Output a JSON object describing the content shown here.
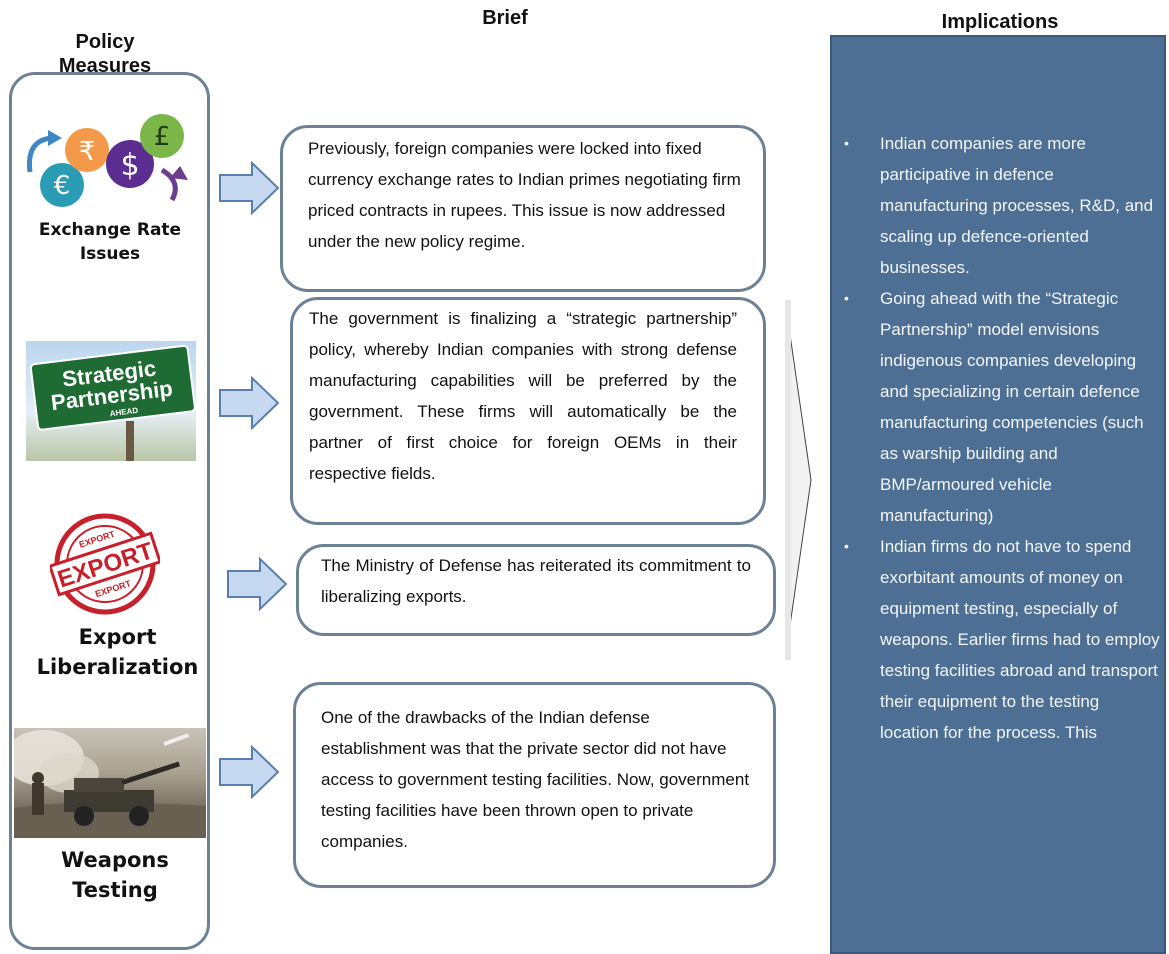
{
  "headers": {
    "policy": "Policy\nMeasures",
    "brief": "Brief",
    "implications": "Implications"
  },
  "policies": [
    {
      "label": "Exchange Rate\nIssues",
      "icon": "currency-icon"
    },
    {
      "label": "Strategic Partnership sign",
      "icon": "road-sign"
    },
    {
      "label": "Export\nLiberalization",
      "icon": "export-stamp"
    },
    {
      "label": "Weapons\nTesting",
      "icon": "weapons-photo"
    }
  ],
  "sign": {
    "line1": "Strategic",
    "line2": "Partnership",
    "line3": "AHEAD"
  },
  "stamp": {
    "main": "EXPORT",
    "ring_top": "EXPORT",
    "ring_bottom": "EXPORT"
  },
  "currency_symbols": [
    "€",
    "₹",
    "$",
    "£"
  ],
  "briefs": [
    "Previously, foreign companies were locked into fixed currency exchange rates to Indian primes negotiating firm priced contracts in rupees. This issue is now addressed under the new policy regime.",
    "The government is finalizing a “strategic partnership” policy, whereby Indian companies with strong defense manufacturing capabilities will be preferred by the government. These firms will automatically be the partner of first choice for foreign OEMs in their respective fields.",
    "The Ministry of Defense has reiterated its commitment to liberalizing exports.",
    "One of the drawbacks of the Indian defense establishment was that the private sector did not have access to government testing facilities. Now, government testing facilities have been thrown open to private companies."
  ],
  "implications": [
    "Indian companies are more participative in defence manufacturing processes, R&D, and scaling up defence-oriented businesses.",
    "Going ahead with the “Strategic Partnership” model envisions indigenous companies developing and specializing in certain defence manufacturing competencies (such as warship building and BMP/armoured vehicle manufacturing)",
    "Indian firms do not have to spend exorbitant amounts of money on equipment testing, especially of weapons. Earlier firms had to employ testing facilities abroad and transport their equipment to the testing location for the process. This"
  ],
  "colors": {
    "panel_border": "#6d8196",
    "implications_bg": "#4d6f94",
    "arrow_fill": "#c6d9f0",
    "arrow_stroke": "#5a7fae",
    "sign_green": "#1f6b34",
    "stamp_red": "#c8202a"
  }
}
